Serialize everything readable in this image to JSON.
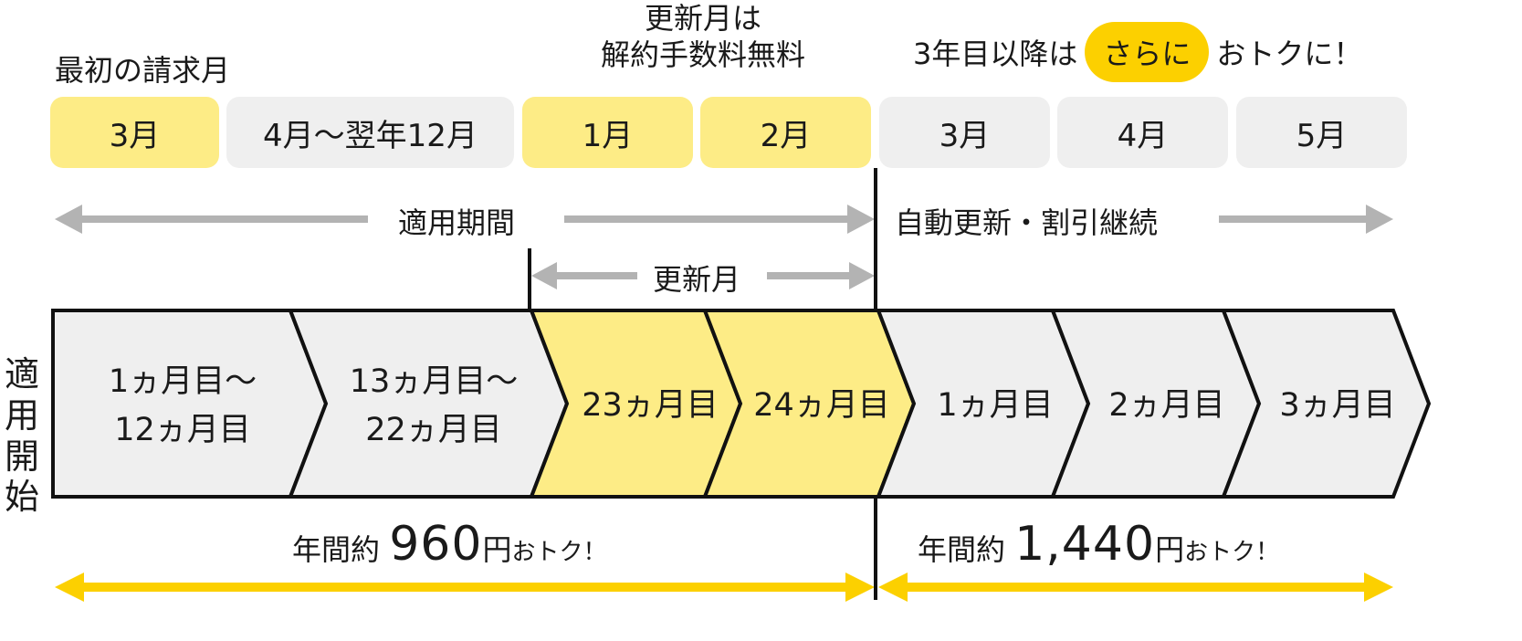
{
  "headings": {
    "first_billing": "最初の請求月",
    "renewal_line1": "更新月は",
    "renewal_line2": "解約手数料無料",
    "year3_prefix": "3年目以降は",
    "year3_badge": "さらに",
    "year3_suffix": "おトクに！"
  },
  "months": [
    {
      "label": "3月",
      "highlight": true
    },
    {
      "label": "4月～翌年12月",
      "highlight": false
    },
    {
      "label": "1月",
      "highlight": true
    },
    {
      "label": "2月",
      "highlight": true
    },
    {
      "label": "3月",
      "highlight": false
    },
    {
      "label": "4月",
      "highlight": false
    },
    {
      "label": "5月",
      "highlight": false
    }
  ],
  "periods": {
    "applied": "適用期間",
    "auto_renew": "自動更新・割引継続",
    "renewal_month": "更新月"
  },
  "start_label": [
    "適",
    "用",
    "開",
    "始"
  ],
  "chevrons": [
    {
      "line1": "1ヵ月目～",
      "line2": "12ヵ月目",
      "highlight": false
    },
    {
      "line1": "13ヵ月目～",
      "line2": "22ヵ月目",
      "highlight": false
    },
    {
      "line1": "23ヵ月目",
      "line2": "",
      "highlight": true
    },
    {
      "line1": "24ヵ月目",
      "line2": "",
      "highlight": true
    },
    {
      "line1": "1ヵ月目",
      "line2": "",
      "highlight": false
    },
    {
      "line1": "2ヵ月目",
      "line2": "",
      "highlight": false
    },
    {
      "line1": "3ヵ月目",
      "line2": "",
      "highlight": false
    }
  ],
  "savings": [
    {
      "prefix": "年間約",
      "amount": "960",
      "unit": "円",
      "suffix": "おトク！"
    },
    {
      "prefix": "年間約",
      "amount": "1,440",
      "unit": "円",
      "suffix": "おトク！"
    }
  ],
  "colors": {
    "highlight_yellow": "#fdec86",
    "gray_fill": "#efefef",
    "arrow_gray": "#b3b3b3",
    "arrow_yellow": "#fcd000",
    "outline": "#111111"
  }
}
